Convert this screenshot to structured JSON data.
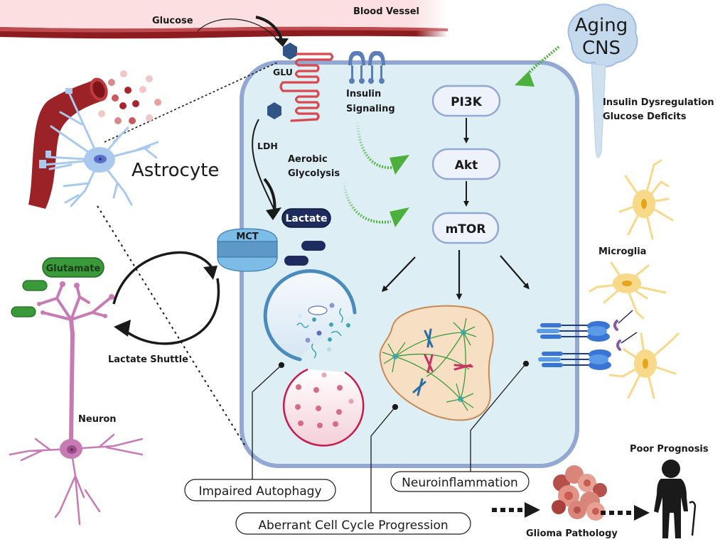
{
  "figure": {
    "blood_vessel": {
      "label": "Blood Vessel"
    },
    "glucose": {
      "label": "Glucose"
    },
    "glut": {
      "label": "GLU"
    },
    "insulin": {
      "label_line1": "Insulin",
      "label_line2": "Signaling"
    },
    "ldh": {
      "label": "LDH"
    },
    "aerobic_glycolysis": {
      "label_line1": "Aerobic",
      "label_line2": "Glycolysis"
    },
    "lactate": {
      "label": "Lactate"
    },
    "mct": {
      "label": "MCT"
    },
    "astrocyte": {
      "label": "Astrocyte"
    },
    "glutamate": {
      "label": "Glutamate"
    },
    "lactate_shuttle": {
      "label": "Lactate Shuttle"
    },
    "neuron": {
      "label": "Neuron"
    },
    "aging_cns": {
      "label_line1": "Aging",
      "label_line2": "CNS"
    },
    "aging_effects": {
      "line1": "Insulin Dysregulation",
      "line2": "Glucose Deficits"
    },
    "pathway": {
      "nodes": [
        {
          "id": "pi3k",
          "label": "PI3K"
        },
        {
          "id": "akt",
          "label": "Akt"
        },
        {
          "id": "mtor",
          "label": "mTOR"
        }
      ]
    },
    "microglia": {
      "label": "Microglia"
    },
    "outcomes": [
      {
        "id": "autophagy",
        "label": "Impaired Autophagy"
      },
      {
        "id": "cell_cycle",
        "label": "Aberrant Cell Cycle Progression"
      },
      {
        "id": "neuroinflammation",
        "label": "Neuroinflammation"
      }
    ],
    "glioma": {
      "label": "Glioma Pathology"
    },
    "prognosis": {
      "label": "Poor Prognosis"
    },
    "colors": {
      "vessel": "#9b2226",
      "vessel_bg": "#fadadd",
      "cell_fill": "#ddeff4",
      "cell_border": "#93a7d3",
      "glut": "#d9474f",
      "hexagon": "#2f5587",
      "insulin_receptor": "#5b7db8",
      "lactate": "#1d2b5e",
      "mct": "#7dbce6",
      "astrocyte": "#a9c9ee",
      "neuron": "#c77bb5",
      "glutamate": "#3a9a3a",
      "green_arrow": "#4daf3c",
      "microglia": "#f8d889",
      "tumor": "#d9857a",
      "receptor_blue": "#3a74d4"
    }
  }
}
